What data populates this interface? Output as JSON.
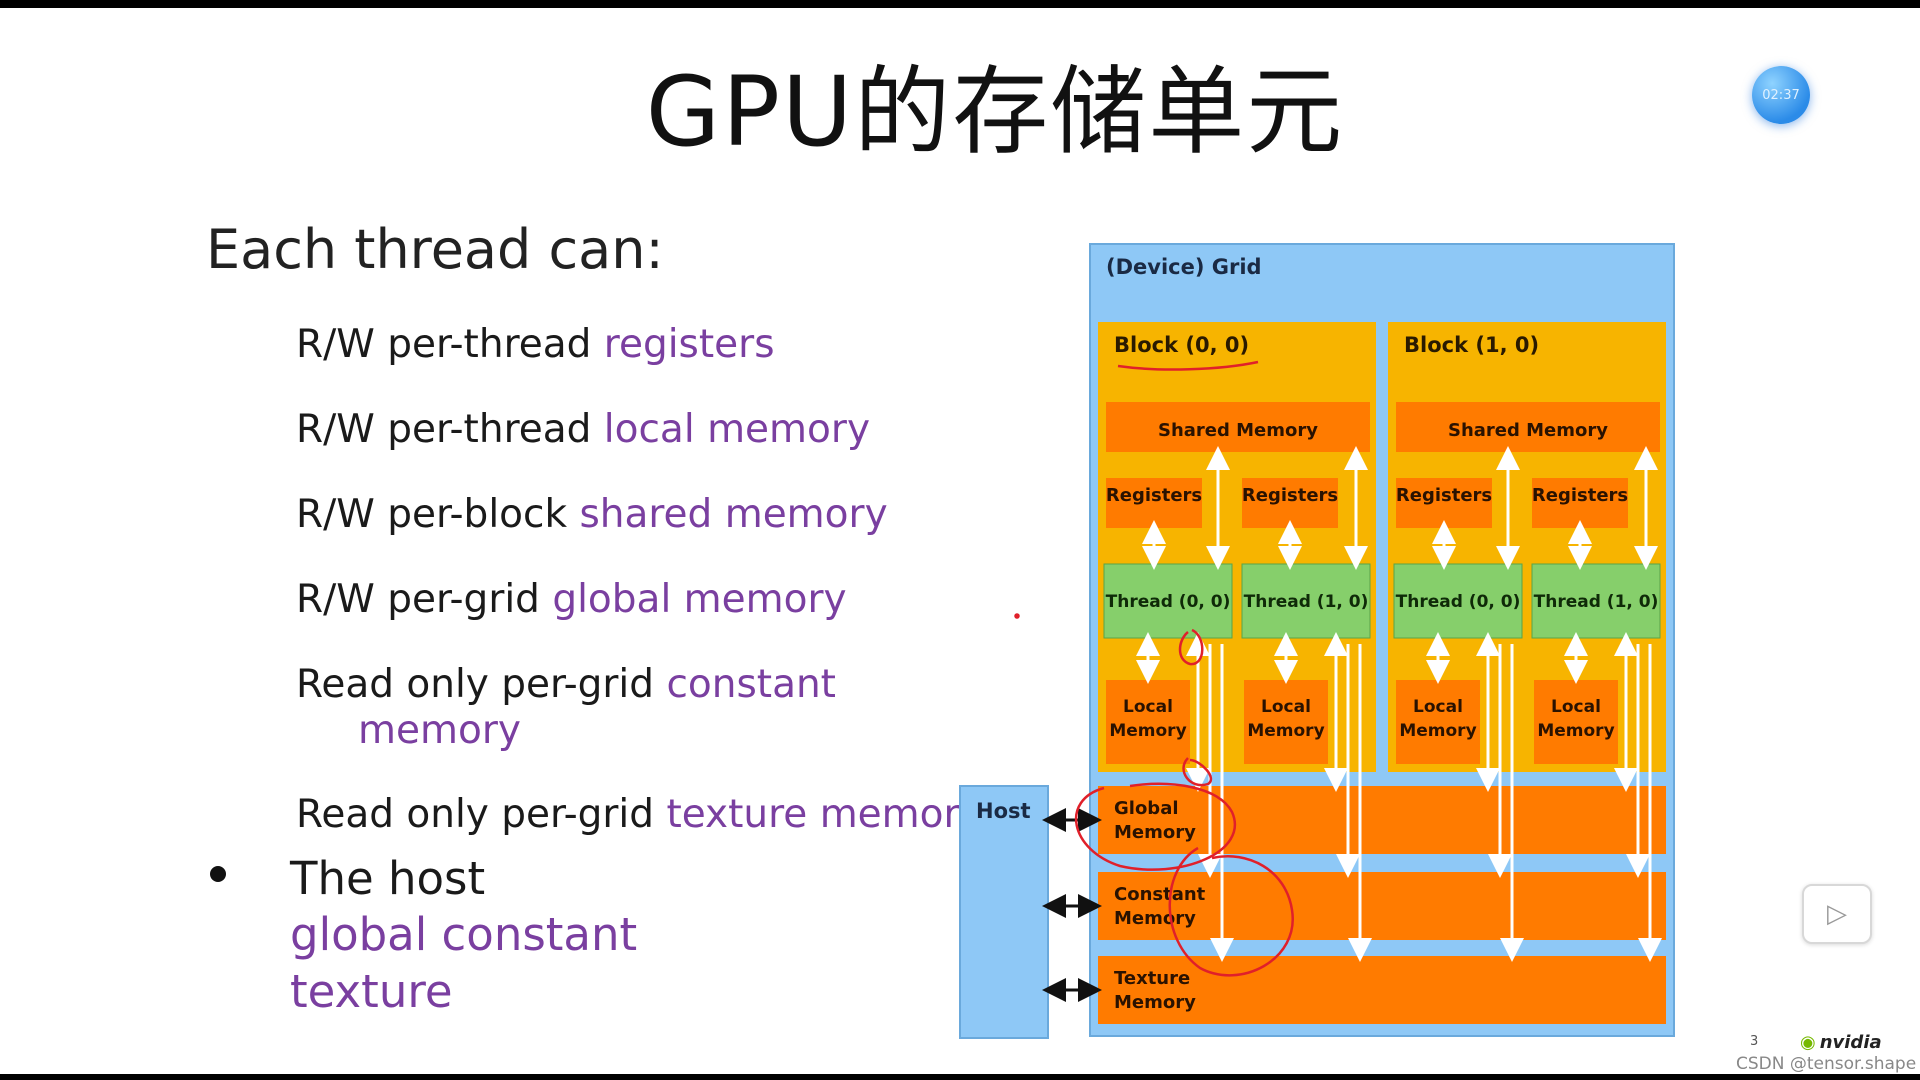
{
  "slide": {
    "title": "GPU的存储单元",
    "timer_badge": "02:37",
    "heading": "Each thread can:",
    "capabilities": [
      {
        "prefix": "R/W per-thread ",
        "highlight": "registers"
      },
      {
        "prefix": "R/W per-thread ",
        "highlight": "local memory"
      },
      {
        "prefix": "R/W per-block ",
        "highlight": "shared memory"
      },
      {
        "prefix": "R/W per-grid ",
        "highlight": "global memory"
      },
      {
        "prefix": "Read only per-grid ",
        "highlight": "constant",
        "continuation": "memory"
      },
      {
        "prefix": "Read only per-grid ",
        "highlight": "texture memory"
      }
    ],
    "host_bullet": "The host",
    "host_terms_line1": "global  constant",
    "host_terms_line2": "texture",
    "page_number": "3",
    "brand": "nvidia",
    "credit": "CSDN @tensor.shape"
  },
  "diagram": {
    "grid_label": "(Device) Grid",
    "host_label": "Host",
    "blocks": [
      {
        "label": "Block (0, 0)",
        "shared": "Shared Memory",
        "registers": [
          "Registers",
          "Registers"
        ],
        "threads": [
          "Thread (0, 0)",
          "Thread (1, 0)"
        ],
        "local": [
          "Local\nMemory",
          "Local\nMemory"
        ]
      },
      {
        "label": "Block (1, 0)",
        "shared": "Shared Memory",
        "registers": [
          "Registers",
          "Registers"
        ],
        "threads": [
          "Thread (0, 0)",
          "Thread (1, 0)"
        ],
        "local": [
          "Local\nMemory",
          "Local\nMemory"
        ]
      }
    ],
    "global_memory": [
      "Global",
      "Memory"
    ],
    "constant_memory": [
      "Constant",
      "Memory"
    ],
    "texture_memory": [
      "Texture",
      "Memory"
    ],
    "colors": {
      "grid": "#8ec8f6",
      "block": "#f7b400",
      "memory": "#ff7b00",
      "thread": "#86cf6b",
      "annotation": "#e0202a"
    }
  },
  "icons": {
    "play": "play-icon",
    "logo": "nvidia-logo-icon",
    "timer": "timer-badge-icon"
  }
}
